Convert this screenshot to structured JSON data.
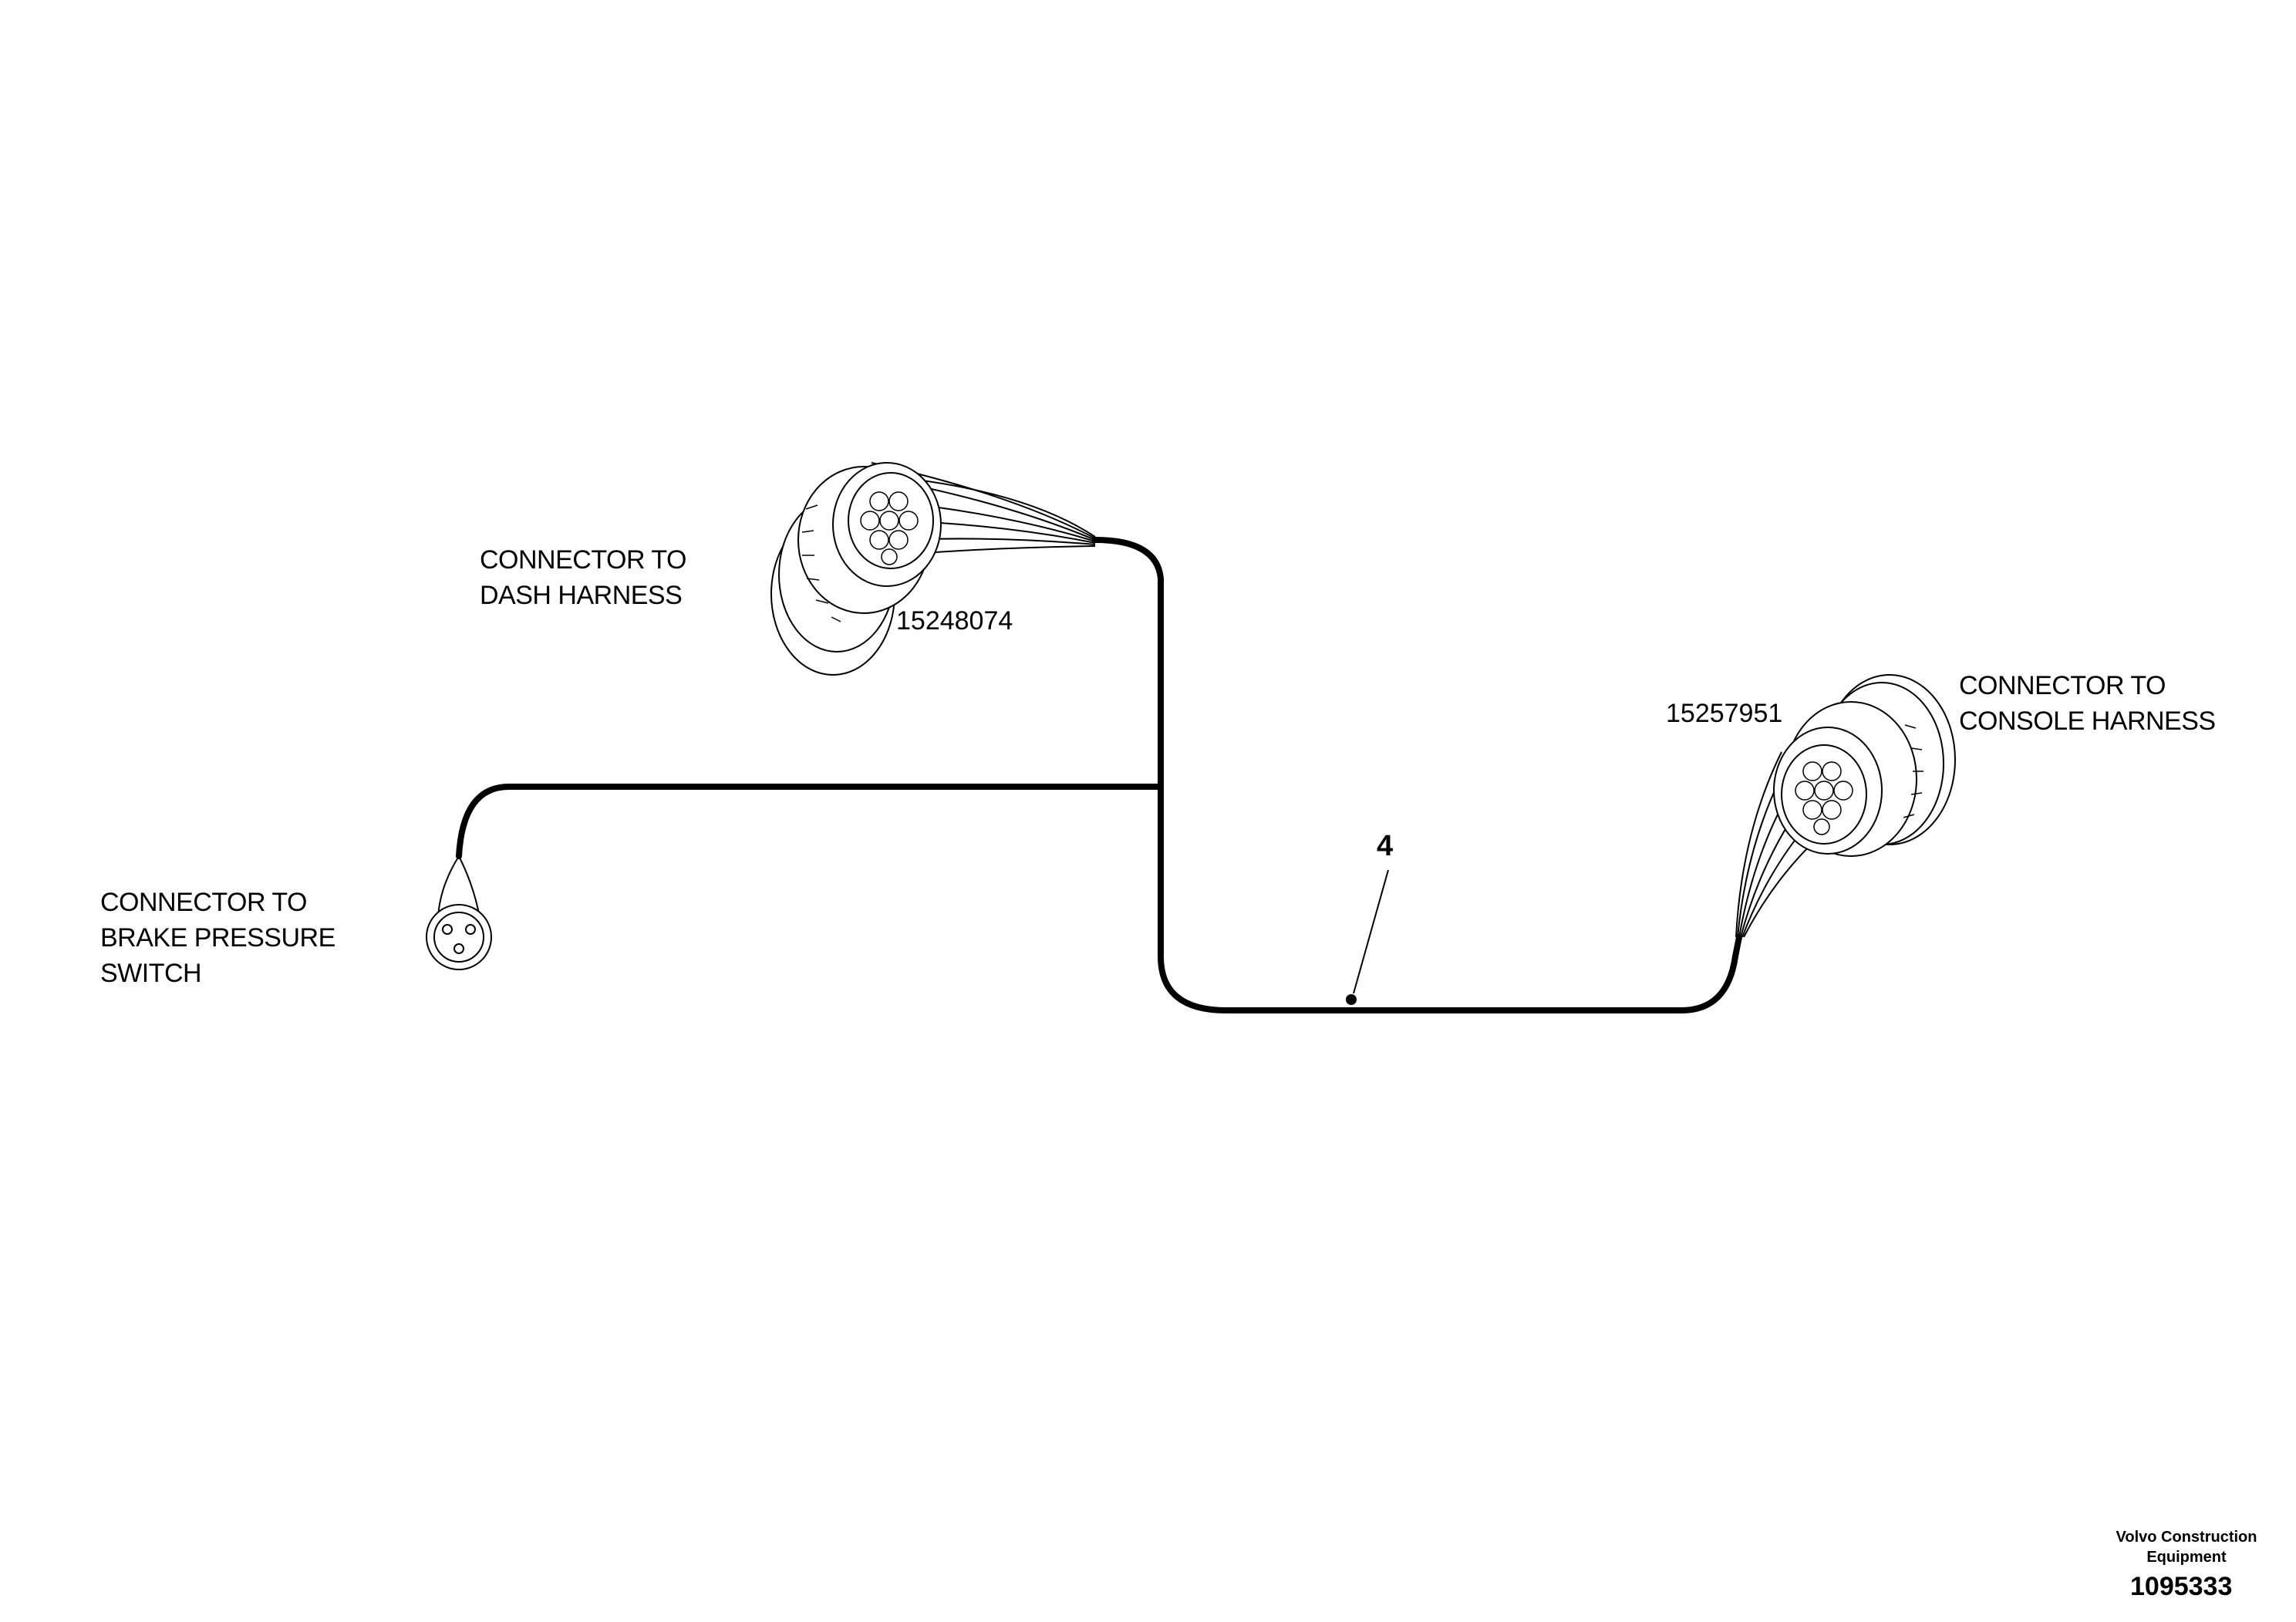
{
  "labels": {
    "dash_harness": [
      "CONNECTOR TO",
      "DASH HARNESS"
    ],
    "console_harness": [
      "CONNECTOR TO",
      "CONSOLE HARNESS"
    ],
    "brake_switch": [
      "CONNECTOR TO",
      "BRAKE PRESSURE",
      "SWITCH"
    ]
  },
  "part_numbers": {
    "dash_connector": "15248074",
    "console_connector": "15257951"
  },
  "item_number": "4",
  "footer": {
    "brand_line1": "Volvo Construction",
    "brand_line2": "Equipment",
    "document_number": "1095333"
  },
  "colors": {
    "line": "#000000",
    "background": "#ffffff"
  }
}
